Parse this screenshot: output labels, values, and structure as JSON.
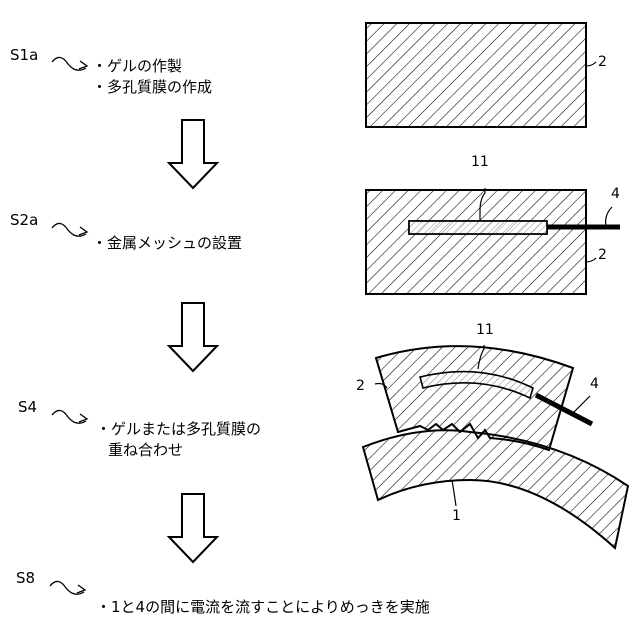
{
  "steps": [
    {
      "id": "S1a",
      "lines": [
        "・ゲルの作製",
        "・多孔質膜の作成"
      ]
    },
    {
      "id": "S2a",
      "lines": [
        "・金属メッシュの設置"
      ]
    },
    {
      "id": "S4",
      "lines": [
        "・ゲルまたは多孔質膜の",
        "重ね合わせ"
      ]
    },
    {
      "id": "S8",
      "lines": [
        "・1と4の間に電流を流すことによりめっきを実施"
      ]
    }
  ],
  "labels": {
    "gel": "2",
    "mesh": "11",
    "lead": "4",
    "workpiece": "1"
  }
}
